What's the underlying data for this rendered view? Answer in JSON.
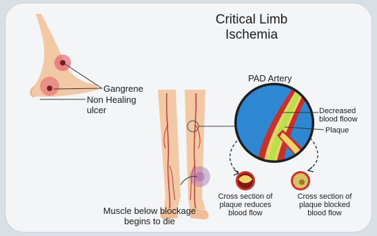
{
  "title": {
    "line1": "Critical Limb",
    "line2": "Ischemia"
  },
  "labels": {
    "gangrene": "Gangrene",
    "non_healing_ulcer": {
      "line1": "Non Healing",
      "line2": "ulcer"
    },
    "pad_artery": "PAD Artery",
    "decreased_flow": {
      "line1": "Decreased",
      "line2": "blood floow"
    },
    "plaque": "Plaque",
    "muscle": {
      "line1": "Muscle below blockage",
      "line2": "begins to die"
    },
    "cross_section_1": {
      "line1": "Cross section of",
      "line2": "plaque reduces",
      "line3": "blood flow"
    },
    "cross_section_2": {
      "line1": "Cross section of",
      "line2": "plaque blocked",
      "line3": "blood flow"
    }
  },
  "colors": {
    "skin": "#f3c8a5",
    "artery": "#c9302c",
    "plaque": "#b8e04a",
    "vessel_bg": "#2f86d1",
    "inflamed": "#e14a5a",
    "bruise": "#9b5fb5"
  }
}
